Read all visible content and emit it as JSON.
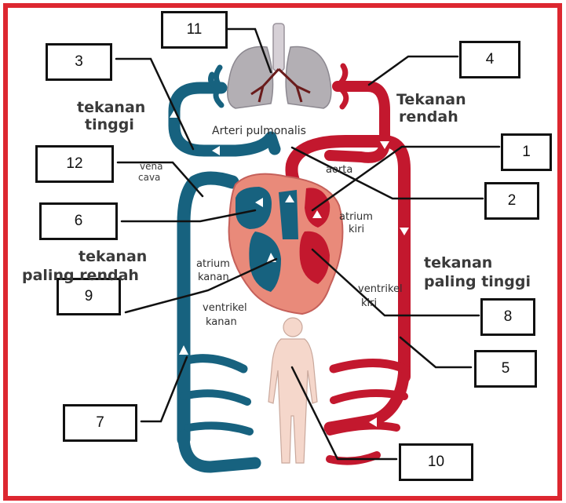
{
  "colors": {
    "frame": "#dd2730",
    "artery": "#c3182e",
    "vein": "#17627f",
    "heart_tissue": "#e98a7a",
    "lung": "#b3afb4",
    "body": "#f5d7cb"
  },
  "number_labels": [
    "1",
    "2",
    "3",
    "4",
    "5",
    "6",
    "7",
    "8",
    "9",
    "10",
    "11",
    "12"
  ],
  "text_labels": {
    "arteri_pulmonalis": "Arteri pulmonalis",
    "tekanan_tinggi_1": "tekanan",
    "tekanan_tinggi_2": "tinggi",
    "tekanan_rendah_1": "Tekanan",
    "tekanan_rendah_2": "rendah",
    "vena_cava_1": "vena",
    "vena_cava_2": "cava",
    "aorta": "aorta",
    "atrium_kiri_1": "atrium",
    "atrium_kiri_2": "kiri",
    "paling_rendah_1": "tekanan",
    "paling_rendah_2": "paling rendah",
    "paling_tinggi_1": "tekanan",
    "paling_tinggi_2": "paling tinggi",
    "atrium_kanan_1": "atrium",
    "atrium_kanan_2": "kanan",
    "ventrikel_kiri_1": "ventrikel",
    "ventrikel_kiri_2": "kiri",
    "ventrikel_kanan_1": "ventrikel",
    "ventrikel_kanan_2": "kanan"
  }
}
